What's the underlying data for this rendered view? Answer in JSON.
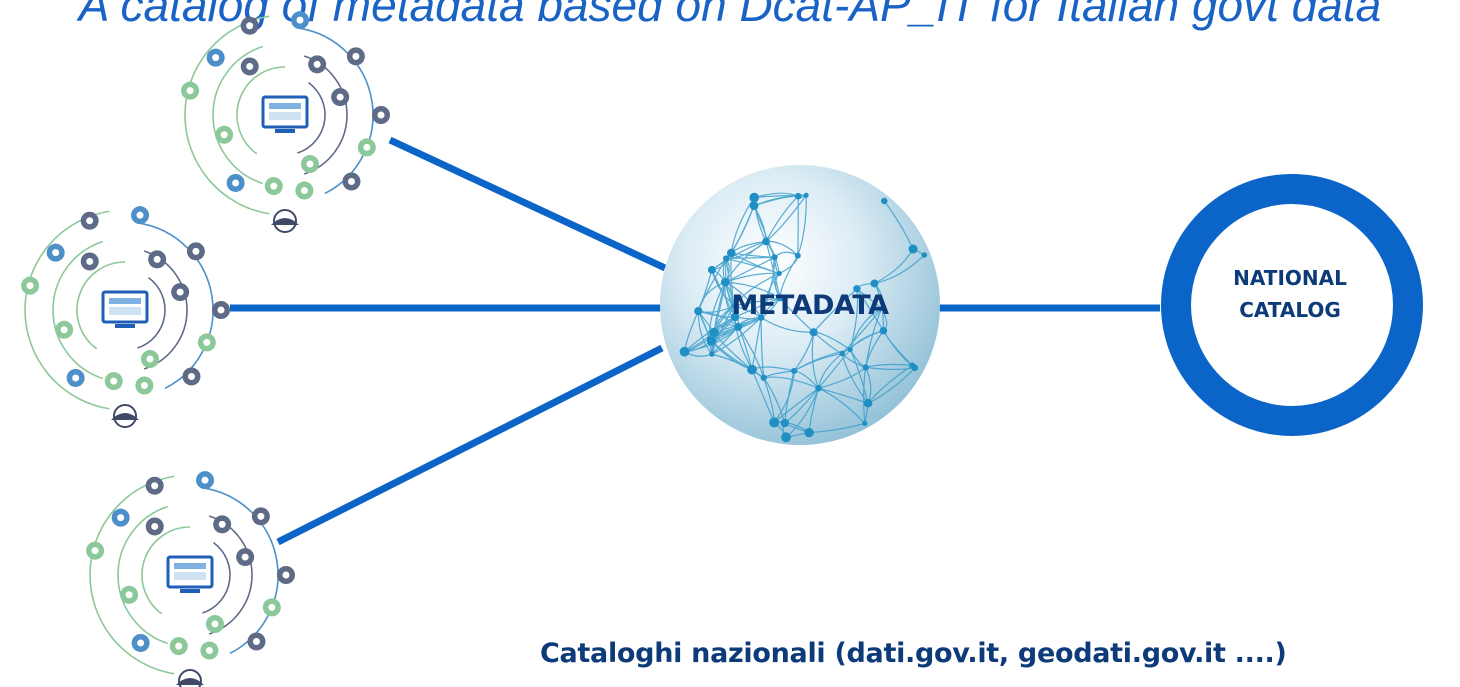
{
  "headline": "A catalog of metadata based on Dcat-AP_IT for Italian govt data",
  "sphere": {
    "label": "METADATA"
  },
  "catalog": {
    "line1": "NATIONAL",
    "line2": "CATALOG",
    "ring_color": "#0b64c8"
  },
  "footer": {
    "text": "Cataloghi nazionali (dati.gov.it, geodati.gov.it ....)"
  },
  "colors": {
    "connector": "#0b64c8",
    "text": "#0d3a78",
    "green": "#8cc89a",
    "slate": "#5e6b86",
    "blue": "#4d8fc9"
  },
  "sources": [
    {
      "icon": "data-ecosystem-icon"
    },
    {
      "icon": "data-ecosystem-icon"
    },
    {
      "icon": "data-ecosystem-icon"
    }
  ]
}
